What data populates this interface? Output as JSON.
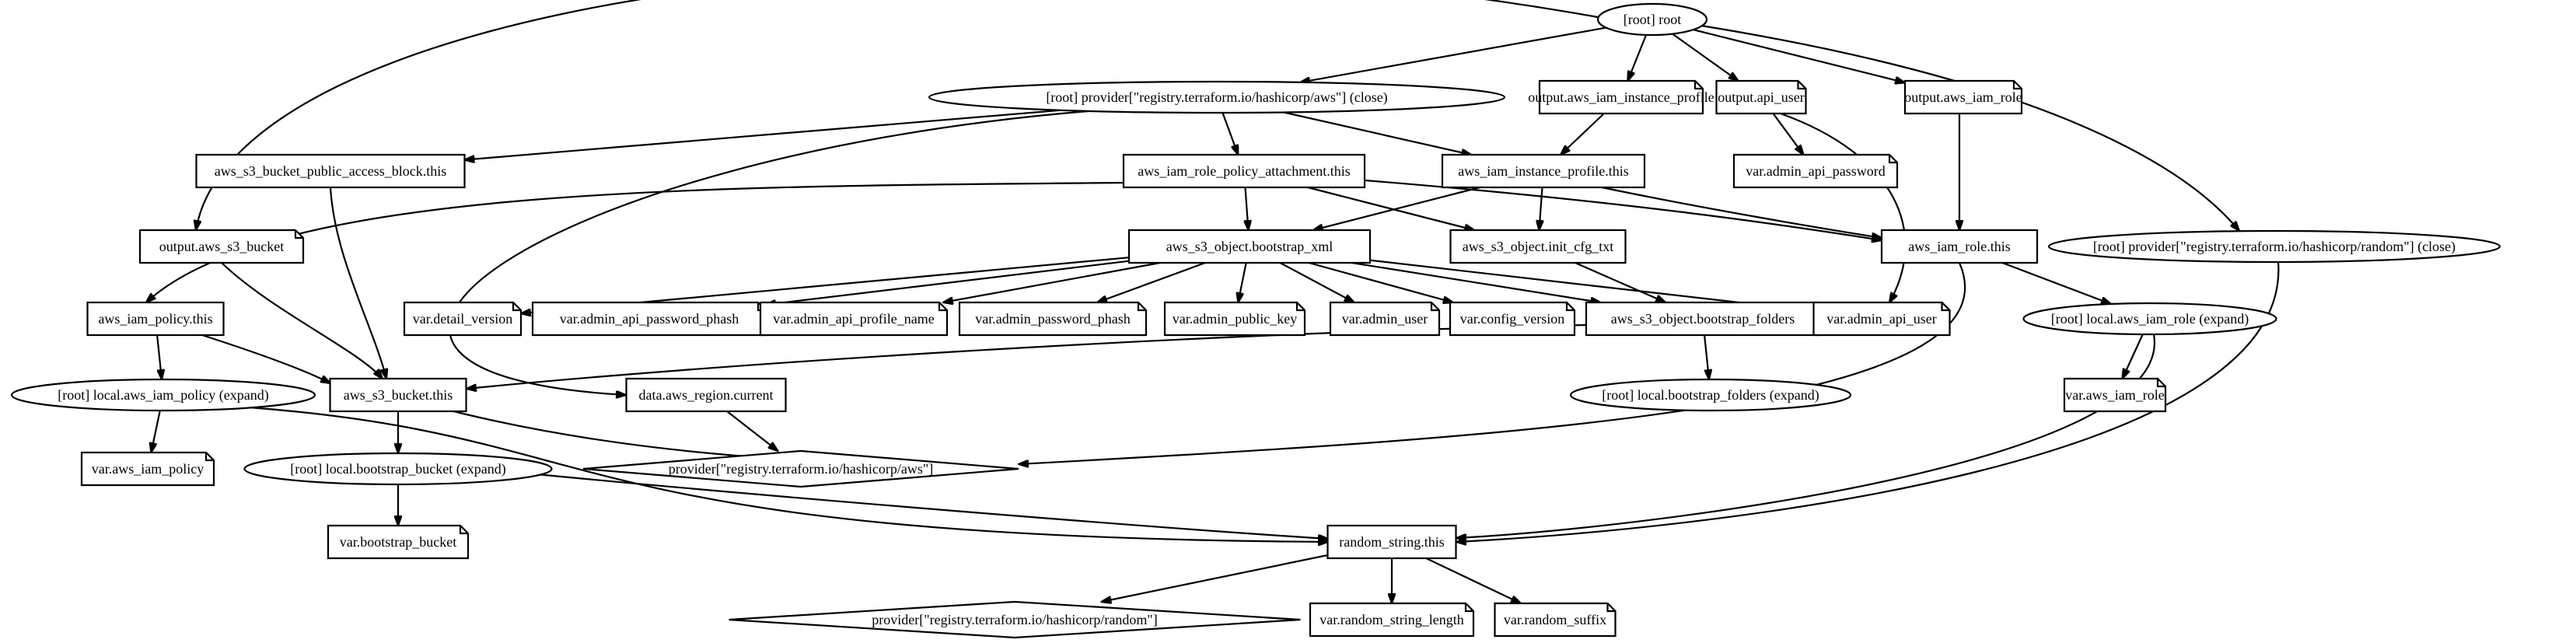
{
  "graph": {
    "nodes": [
      {
        "id": "root",
        "label": "[root] root",
        "shape": "ellipse"
      },
      {
        "id": "prov_aws_close",
        "label": "[root] provider[\"registry.terraform.io/hashicorp/aws\"] (close)",
        "shape": "ellipse"
      },
      {
        "id": "out_iam_inst_prof",
        "label": "output.aws_iam_instance_profile",
        "shape": "note"
      },
      {
        "id": "out_api_user",
        "label": "output.api_user",
        "shape": "note"
      },
      {
        "id": "out_iam_role",
        "label": "output.aws_iam_role",
        "shape": "note"
      },
      {
        "id": "pab",
        "label": "aws_s3_bucket_public_access_block.this",
        "shape": "box"
      },
      {
        "id": "rpa",
        "label": "aws_iam_role_policy_attachment.this",
        "shape": "box"
      },
      {
        "id": "iip",
        "label": "aws_iam_instance_profile.this",
        "shape": "box"
      },
      {
        "id": "var_admin_api_password",
        "label": "var.admin_api_password",
        "shape": "note"
      },
      {
        "id": "out_s3_bucket",
        "label": "output.aws_s3_bucket",
        "shape": "note"
      },
      {
        "id": "bxml",
        "label": "aws_s3_object.bootstrap_xml",
        "shape": "box"
      },
      {
        "id": "icfg",
        "label": "aws_s3_object.init_cfg_txt",
        "shape": "box"
      },
      {
        "id": "iam_role",
        "label": "aws_iam_role.this",
        "shape": "box"
      },
      {
        "id": "prov_random_close",
        "label": "[root] provider[\"registry.terraform.io/hashicorp/random\"] (close)",
        "shape": "ellipse"
      },
      {
        "id": "iam_policy",
        "label": "aws_iam_policy.this",
        "shape": "box"
      },
      {
        "id": "var_detail_version",
        "label": "var.detail_version",
        "shape": "note"
      },
      {
        "id": "var_admin_api_password_phash",
        "label": "var.admin_api_password_phash",
        "shape": "note"
      },
      {
        "id": "var_admin_api_profile_name",
        "label": "var.admin_api_profile_name",
        "shape": "note"
      },
      {
        "id": "var_admin_password_phash",
        "label": "var.admin_password_phash",
        "shape": "note"
      },
      {
        "id": "var_admin_public_key",
        "label": "var.admin_public_key",
        "shape": "note"
      },
      {
        "id": "var_admin_user",
        "label": "var.admin_user",
        "shape": "note"
      },
      {
        "id": "var_config_version",
        "label": "var.config_version",
        "shape": "note"
      },
      {
        "id": "bfolders",
        "label": "aws_s3_object.bootstrap_folders",
        "shape": "box"
      },
      {
        "id": "var_admin_api_user",
        "label": "var.admin_api_user",
        "shape": "note"
      },
      {
        "id": "local_iam_role",
        "label": "[root] local.aws_iam_role (expand)",
        "shape": "ellipse"
      },
      {
        "id": "local_iam_policy",
        "label": "[root] local.aws_iam_policy (expand)",
        "shape": "ellipse"
      },
      {
        "id": "s3_bucket",
        "label": "aws_s3_bucket.this",
        "shape": "box"
      },
      {
        "id": "region",
        "label": "data.aws_region.current",
        "shape": "box"
      },
      {
        "id": "local_bootstrap_folders",
        "label": "[root] local.bootstrap_folders (expand)",
        "shape": "ellipse"
      },
      {
        "id": "var_aws_iam_role",
        "label": "var.aws_iam_role",
        "shape": "note"
      },
      {
        "id": "prov_aws",
        "label": "provider[\"registry.terraform.io/hashicorp/aws\"]",
        "shape": "diamond"
      },
      {
        "id": "var_aws_iam_policy",
        "label": "var.aws_iam_policy",
        "shape": "note"
      },
      {
        "id": "local_bootstrap_bucket",
        "label": "[root] local.bootstrap_bucket (expand)",
        "shape": "ellipse"
      },
      {
        "id": "var_bootstrap_bucket",
        "label": "var.bootstrap_bucket",
        "shape": "note"
      },
      {
        "id": "random_string",
        "label": "random_string.this",
        "shape": "box"
      },
      {
        "id": "prov_random",
        "label": "provider[\"registry.terraform.io/hashicorp/random\"]",
        "shape": "diamond"
      },
      {
        "id": "var_random_string_length",
        "label": "var.random_string_length",
        "shape": "note"
      },
      {
        "id": "var_random_suffix",
        "label": "var.random_suffix",
        "shape": "note"
      }
    ],
    "edges": [
      {
        "from": "root",
        "to": "prov_aws_close"
      },
      {
        "from": "root",
        "to": "out_iam_inst_prof"
      },
      {
        "from": "root",
        "to": "out_api_user"
      },
      {
        "from": "root",
        "to": "out_iam_role"
      },
      {
        "from": "root",
        "to": "out_s3_bucket"
      },
      {
        "from": "root",
        "to": "prov_random_close"
      },
      {
        "from": "prov_aws_close",
        "to": "pab"
      },
      {
        "from": "prov_aws_close",
        "to": "rpa"
      },
      {
        "from": "prov_aws_close",
        "to": "iip"
      },
      {
        "from": "prov_aws_close",
        "to": "region"
      },
      {
        "from": "out_iam_inst_prof",
        "to": "iip"
      },
      {
        "from": "out_api_user",
        "to": "var_admin_api_password"
      },
      {
        "from": "out_api_user",
        "to": "var_admin_api_user"
      },
      {
        "from": "out_iam_role",
        "to": "iam_role"
      },
      {
        "from": "pab",
        "to": "s3_bucket"
      },
      {
        "from": "rpa",
        "to": "iam_policy"
      },
      {
        "from": "rpa",
        "to": "bxml"
      },
      {
        "from": "rpa",
        "to": "icfg"
      },
      {
        "from": "rpa",
        "to": "iam_role"
      },
      {
        "from": "iip",
        "to": "bxml"
      },
      {
        "from": "iip",
        "to": "icfg"
      },
      {
        "from": "iip",
        "to": "iam_role"
      },
      {
        "from": "out_s3_bucket",
        "to": "s3_bucket"
      },
      {
        "from": "bxml",
        "to": "var_detail_version"
      },
      {
        "from": "bxml",
        "to": "var_admin_api_password_phash"
      },
      {
        "from": "bxml",
        "to": "var_admin_api_profile_name"
      },
      {
        "from": "bxml",
        "to": "var_admin_password_phash"
      },
      {
        "from": "bxml",
        "to": "var_admin_public_key"
      },
      {
        "from": "bxml",
        "to": "var_admin_user"
      },
      {
        "from": "bxml",
        "to": "var_config_version"
      },
      {
        "from": "bxml",
        "to": "bfolders"
      },
      {
        "from": "bxml",
        "to": "var_admin_api_user"
      },
      {
        "from": "icfg",
        "to": "bfolders"
      },
      {
        "from": "iam_role",
        "to": "local_iam_role"
      },
      {
        "from": "iam_role",
        "to": "prov_aws"
      },
      {
        "from": "prov_random_close",
        "to": "random_string"
      },
      {
        "from": "iam_policy",
        "to": "local_iam_policy"
      },
      {
        "from": "iam_policy",
        "to": "s3_bucket"
      },
      {
        "from": "bfolders",
        "to": "local_bootstrap_folders"
      },
      {
        "from": "bfolders",
        "to": "s3_bucket"
      },
      {
        "from": "local_iam_role",
        "to": "var_aws_iam_role"
      },
      {
        "from": "local_iam_role",
        "to": "random_string"
      },
      {
        "from": "local_iam_policy",
        "to": "var_aws_iam_policy"
      },
      {
        "from": "local_iam_policy",
        "to": "random_string"
      },
      {
        "from": "s3_bucket",
        "to": "local_bootstrap_bucket"
      },
      {
        "from": "s3_bucket",
        "to": "prov_aws"
      },
      {
        "from": "region",
        "to": "prov_aws"
      },
      {
        "from": "local_bootstrap_bucket",
        "to": "var_bootstrap_bucket"
      },
      {
        "from": "local_bootstrap_bucket",
        "to": "random_string"
      },
      {
        "from": "random_string",
        "to": "prov_random"
      },
      {
        "from": "random_string",
        "to": "var_random_string_length"
      },
      {
        "from": "random_string",
        "to": "var_random_suffix"
      }
    ]
  }
}
